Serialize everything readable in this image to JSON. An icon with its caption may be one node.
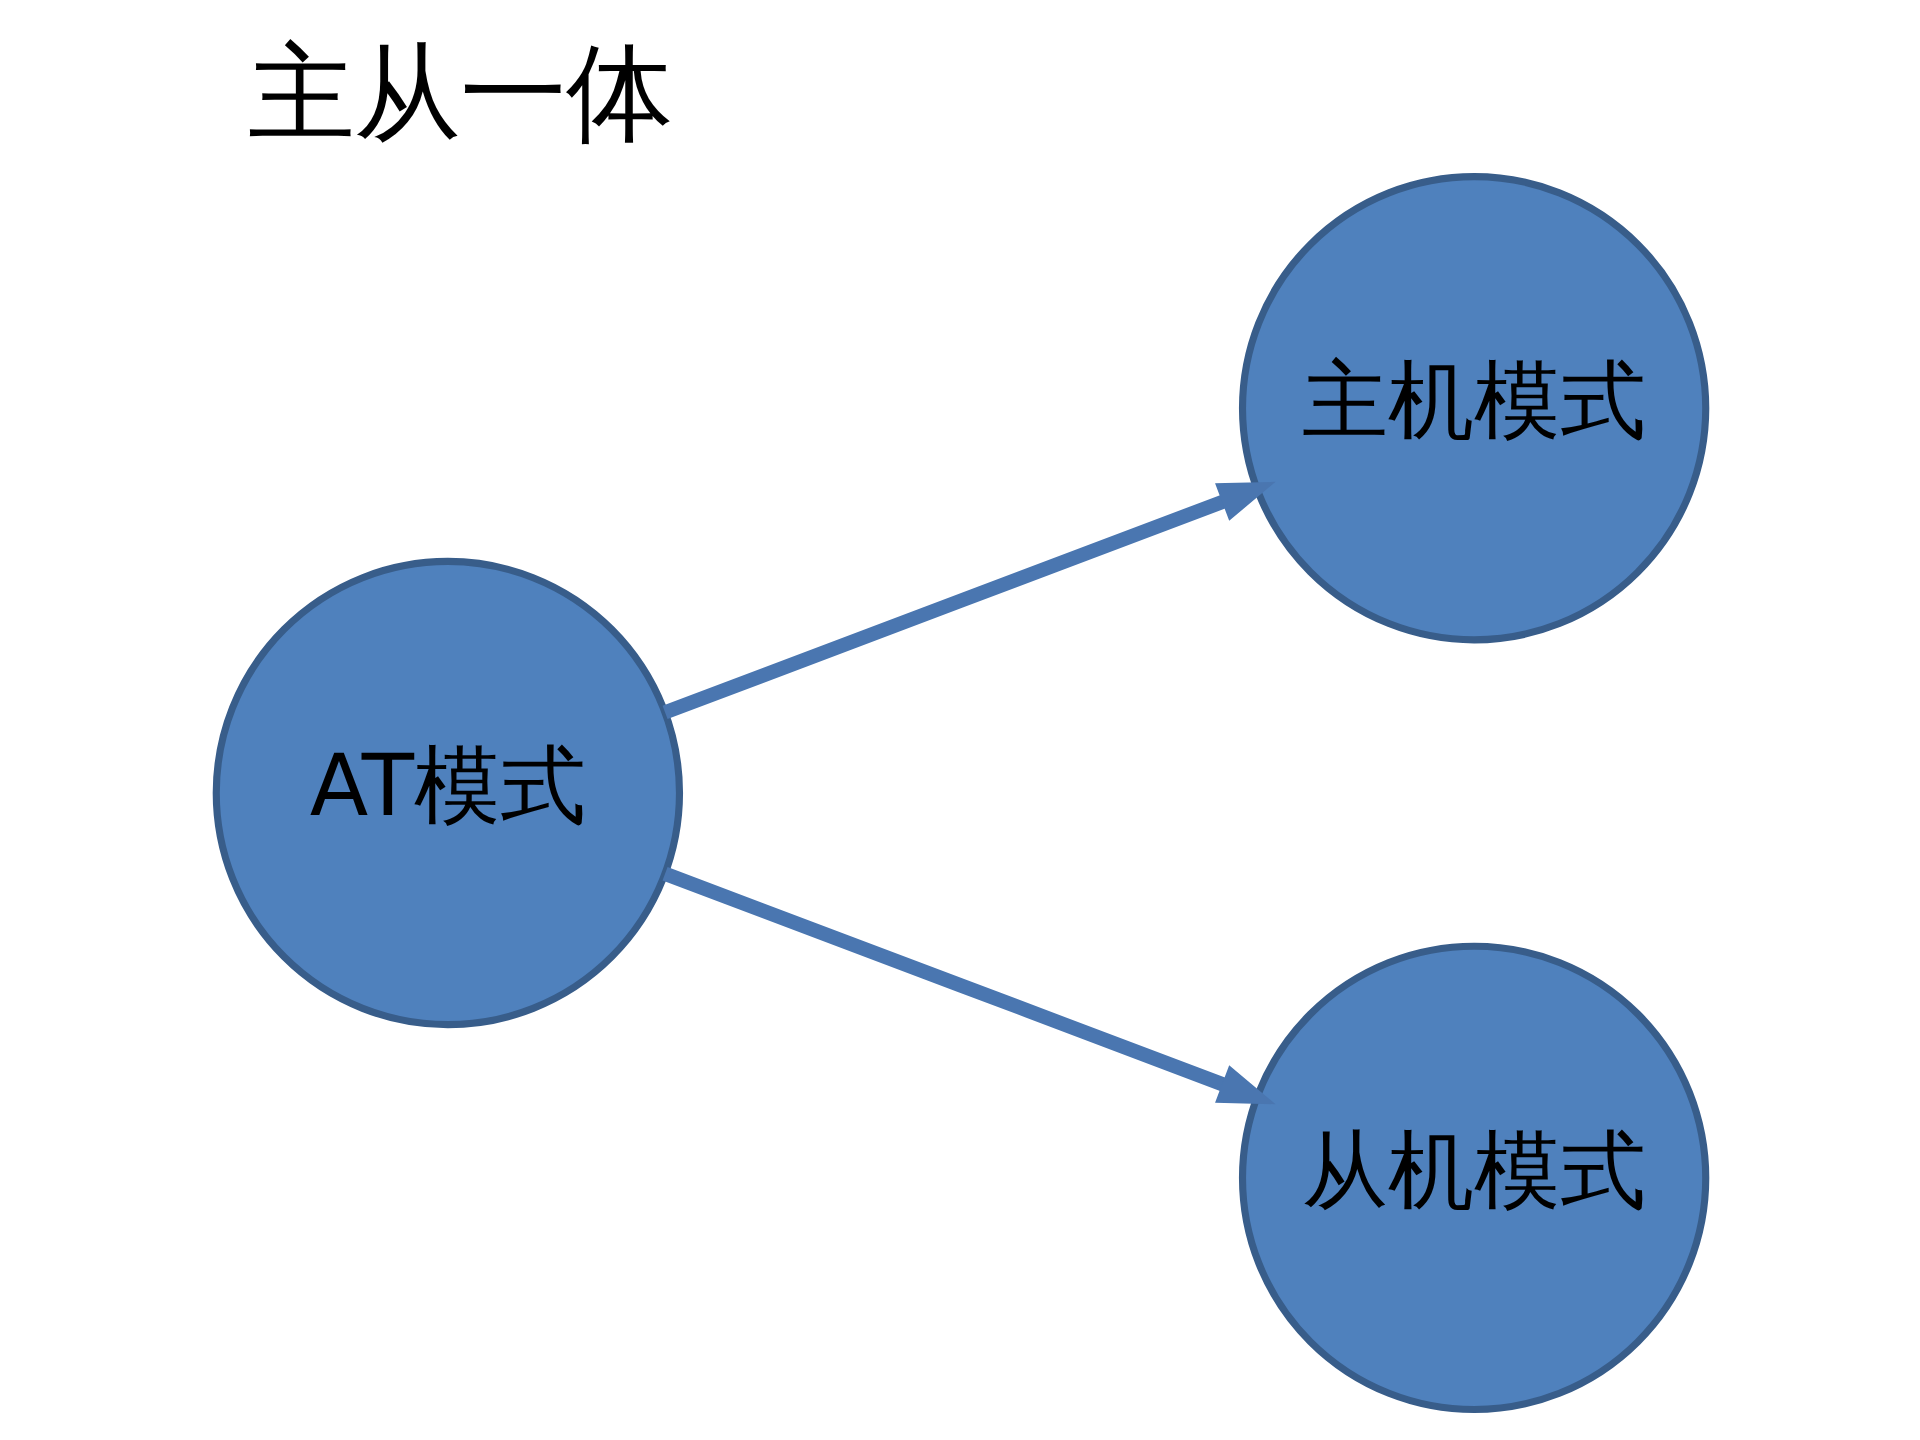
{
  "diagram": {
    "title": "主从一体",
    "nodes": [
      {
        "text": [
          "AT模式"
        ]
      },
      {
        "text": [
          "主机模式"
        ]
      },
      {
        "text": [
          "从机模式"
        ]
      }
    ],
    "edges": [
      {
        "from": 0,
        "to": 1,
        "arrow": "to"
      },
      {
        "from": 0,
        "to": 2,
        "arrow": "to"
      }
    ]
  }
}
